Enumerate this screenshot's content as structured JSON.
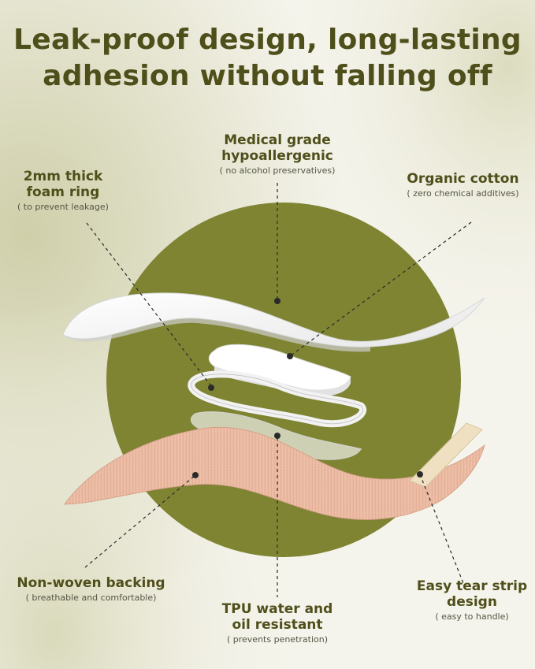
{
  "headline": {
    "line1": "Leak-proof design, long-lasting",
    "line2": "adhesion without falling off"
  },
  "callouts": {
    "medical_grade": {
      "title1": "Medical grade",
      "title2": "hypoallergenic",
      "note": "( no alcohol preservatives)"
    },
    "foam_ring": {
      "title1": "2mm thick",
      "title2": "foam ring",
      "note": "( to prevent leakage)"
    },
    "organic_cotton": {
      "title1": "Organic cotton",
      "note": "( zero chemical additives)"
    },
    "non_woven": {
      "title1": "Non-woven backing",
      "note": "( breathable and comfortable)"
    },
    "tpu": {
      "title1": "TPU water and",
      "title2": "oil resistant",
      "note": "( prevents penetration)"
    },
    "tear_strip": {
      "title1": "Easy tear strip",
      "title2": "design",
      "note": "( easy to handle)"
    }
  },
  "colors": {
    "text": "#4f4f1b",
    "circle": "#7f8433",
    "background_light": "#f4f3ea",
    "background_tint": "#c9c9a3",
    "backing": "#e9b9a2",
    "tear_strip": "#efe0c2"
  }
}
